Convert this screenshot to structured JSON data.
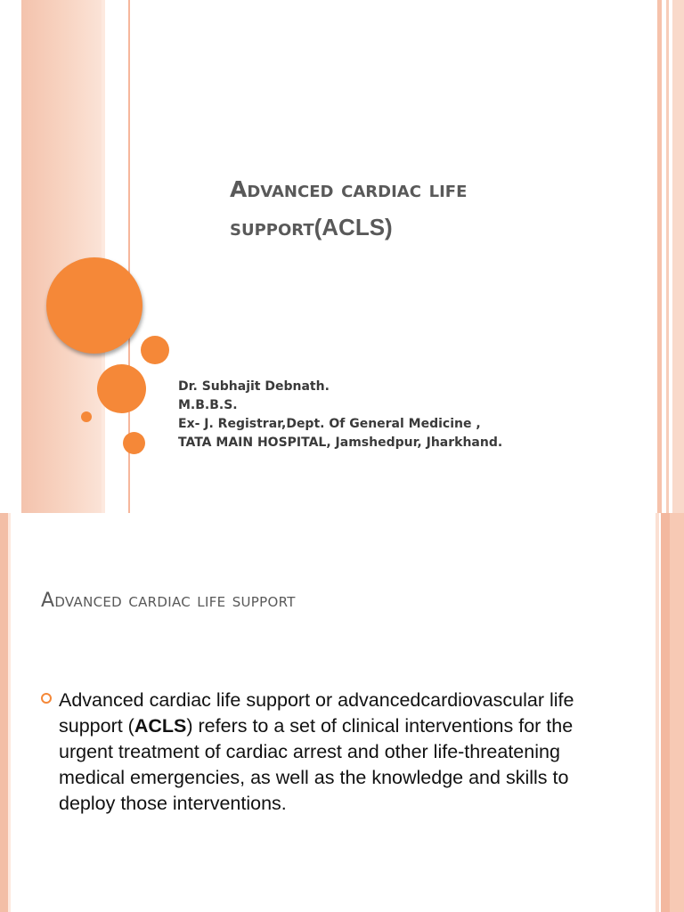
{
  "slide1": {
    "title_line1": "Advanced cardiac life",
    "title_line2_prefix": "support",
    "title_line2_acronym": "(ACLS)",
    "author": {
      "name": "Dr. Subhajit Debnath.",
      "degree": "M.B.B.S.",
      "position": "Ex- J. Registrar,Dept. Of General Medicine ,",
      "hospital": "TATA MAIN HOSPITAL, Jamshedpur, Jharkhand."
    }
  },
  "slide2": {
    "heading": "Advanced cardiac life support",
    "bullet": {
      "before": "Advanced cardiac life support or advancedcardiovascular life support (",
      "bold": "ACLS",
      "after": ")  refers to a set of clinical interventions for the urgent treatment of cardiac arrest and other life-threatening medical emergencies, as well as the knowledge and skills to deploy those interventions."
    }
  },
  "colors": {
    "accent_orange": "#f58838",
    "band_peach": "#f4c3ad",
    "title_gray": "#595959"
  }
}
